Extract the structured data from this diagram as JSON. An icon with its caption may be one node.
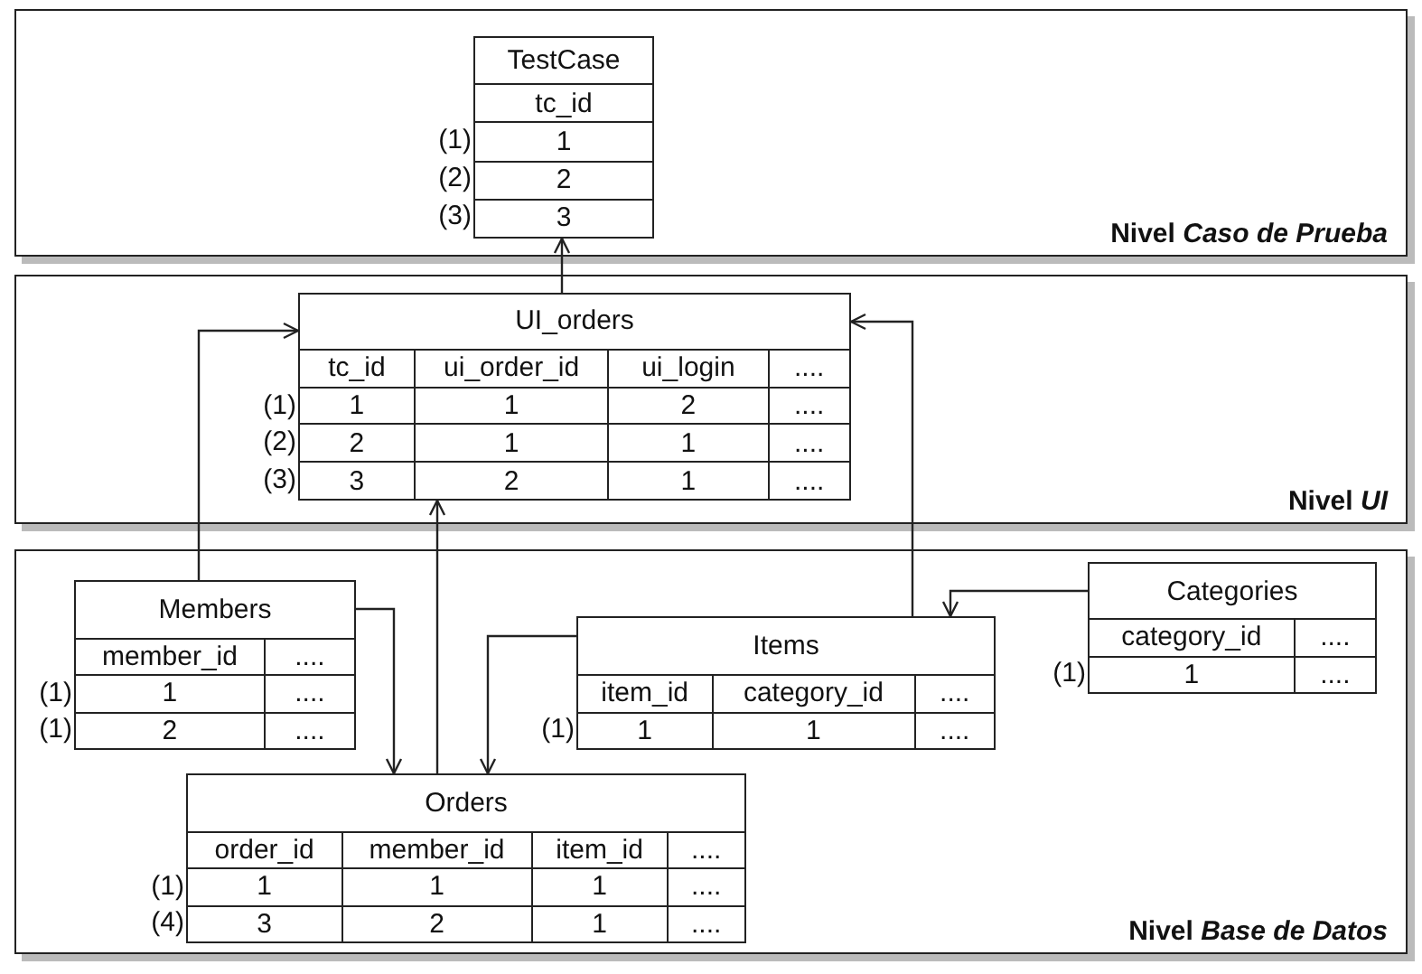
{
  "diagram": {
    "nodes": [
      {
        "text": [
          "Nivel *Caso de Prueba*"
        ]
      },
      {
        "text": [
          "TestCase",
          "tc_id",
          "1",
          "2",
          "3"
        ],
        "in": 0,
        "beside": [
          "(1)",
          "(2)",
          "(3)"
        ]
      },
      {
        "text": [
          "Nivel *UI*"
        ]
      },
      {
        "text": [
          "UI_orders",
          "tc_id",
          "ui_order_id",
          "ui_login",
          "....",
          "1",
          "1",
          "2",
          "....",
          "2",
          "1",
          "1",
          "....",
          "3",
          "2",
          "1",
          "...."
        ],
        "in": 2,
        "beside": [
          "(1)",
          "(2)",
          "(3)"
        ]
      },
      {
        "text": [
          "Nivel *Base de Datos*"
        ]
      },
      {
        "text": [
          "Categories",
          "category_id",
          "....",
          "1",
          "...."
        ],
        "in": 4,
        "beside": [
          "(1)"
        ]
      },
      {
        "text": [
          "Members",
          "member_id",
          "....",
          "1",
          "....",
          "2",
          "...."
        ],
        "in": 4,
        "beside": [
          "(1)",
          "(1)"
        ]
      },
      {
        "text": [
          "Items",
          "item_id",
          "category_id",
          "....",
          "1",
          "1",
          "...."
        ],
        "in": 4,
        "beside": [
          "(1)"
        ]
      },
      {
        "text": [
          "Orders",
          "order_id",
          "member_id",
          "item_id",
          "....",
          "1",
          "1",
          "1",
          "....",
          "3",
          "2",
          "1",
          "...."
        ],
        "in": 4,
        "beside": [
          "(1)",
          "(4)"
        ]
      }
    ],
    "edges": [
      {
        "from": 3,
        "to": 1,
        "arrow": "to"
      },
      {
        "from": 6,
        "to": 3,
        "arrow": "to"
      },
      {
        "from": 8,
        "to": 3,
        "arrow": "to"
      },
      {
        "from": 7,
        "to": 3,
        "arrow": "to"
      },
      {
        "from": 6,
        "to": 8,
        "arrow": "to"
      },
      {
        "from": 7,
        "to": 8,
        "arrow": "to"
      },
      {
        "from": 5,
        "to": 7,
        "arrow": "to"
      }
    ]
  }
}
